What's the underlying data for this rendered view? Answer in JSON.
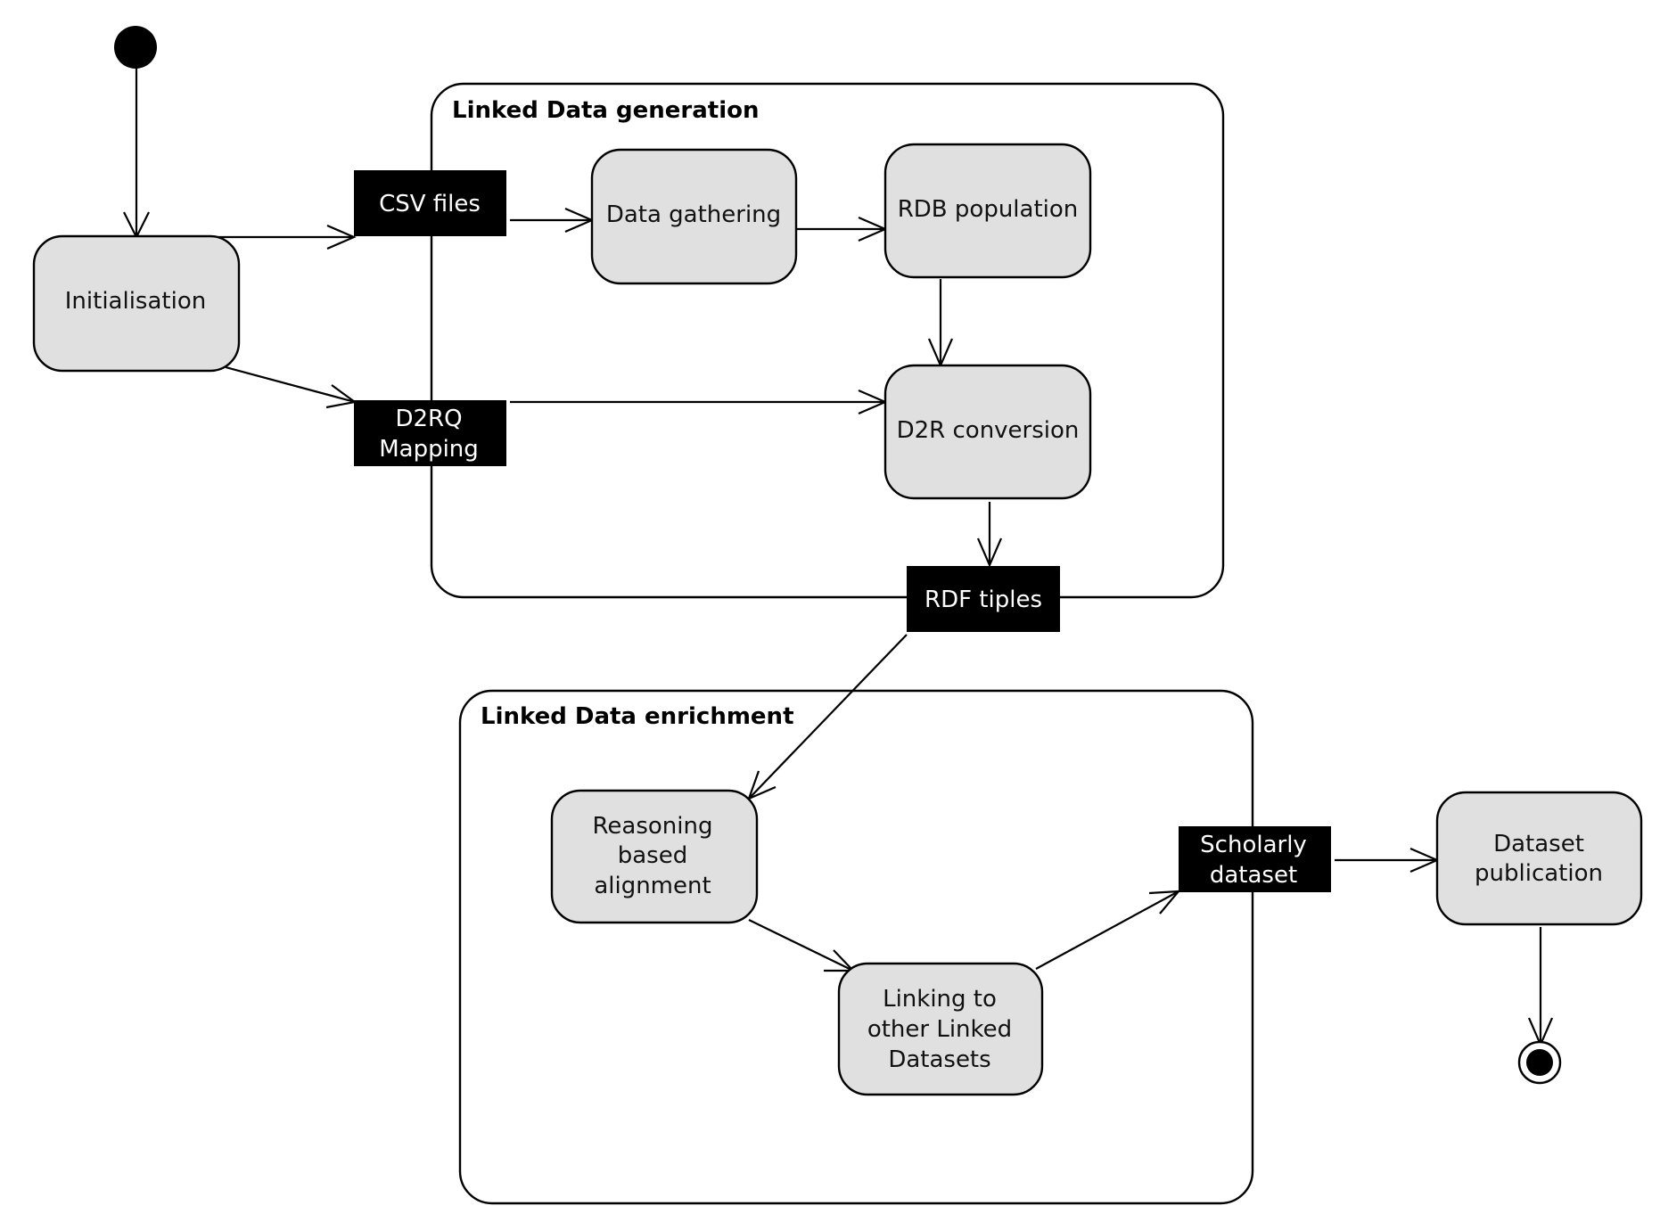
{
  "groups": {
    "generation": {
      "title": "Linked Data generation"
    },
    "enrichment": {
      "title": "Linked Data enrichment"
    }
  },
  "actions": {
    "initialisation": "Initialisation",
    "data_gathering": "Data gathering",
    "rdb_population": "RDB population",
    "d2r_conversion": "D2R conversion",
    "reasoning_alignment": [
      "Reasoning",
      "based",
      "alignment"
    ],
    "linking": [
      "Linking to",
      "other Linked",
      "Datasets"
    ],
    "dataset_publication": [
      "Dataset",
      "publication"
    ]
  },
  "objects": {
    "csv_files": "CSV files",
    "d2rq_mapping": [
      "D2RQ",
      "Mapping"
    ],
    "rdf_triples": "RDF tiples",
    "scholarly_dataset": [
      "Scholarly",
      "dataset"
    ]
  }
}
